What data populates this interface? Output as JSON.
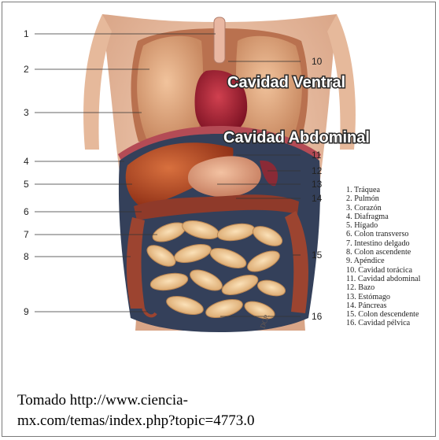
{
  "labels": {
    "ventral": "Cavidad Ventral",
    "abdominal": "Cavidad Abdominal"
  },
  "numbers": {
    "left": [
      "1",
      "2",
      "3",
      "4",
      "5",
      "6",
      "7",
      "8",
      "9"
    ],
    "right": [
      "10",
      "11",
      "12",
      "13",
      "14",
      "15",
      "16"
    ]
  },
  "legend": [
    "1. Tráquea",
    "2. Pulmón",
    "3. Corazón",
    "4. Diafragma",
    "5. Hígado",
    "6. Colon transverso",
    "7. Intestino delgado",
    "8. Colon ascendente",
    "9. Apéndice",
    "10. Cavidad torácica",
    "11. Cavidad abdominal",
    "12. Bazo",
    "13. Estómago",
    "14. Páncreas",
    "15. Colon descendente",
    "16. Cavidad pélvica"
  ],
  "signature": "DCR",
  "caption": {
    "line1": "Tomado http://www.ciencia-",
    "line2": "mx.com/temas/index.php?topic=4773.0"
  }
}
